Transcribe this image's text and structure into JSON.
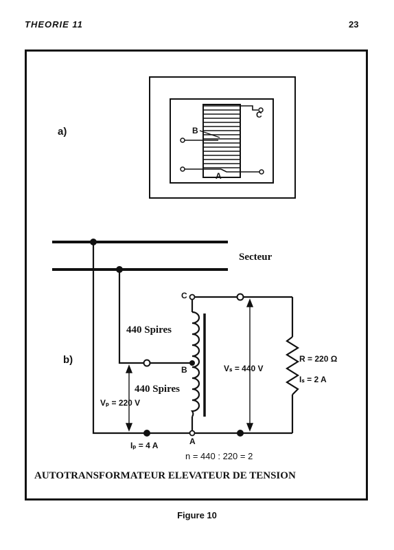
{
  "header": {
    "chapter": "THEORIE 11",
    "page_number": "23"
  },
  "diagram_a": {
    "label": "a)",
    "terminal_top": "C",
    "terminal_mid": "B",
    "terminal_bottom": "A"
  },
  "diagram_b": {
    "label": "b)",
    "mains_label": "Secteur",
    "node_c": "C",
    "node_b": "B",
    "node_a": "A",
    "upper_winding": "440 Spires",
    "lower_winding": "440 Spires",
    "vp": "Vₚ = 220 V",
    "vs": "Vₛ = 440 V",
    "ip": "Iₚ = 4 A",
    "resistor": "R = 220 Ω",
    "is": "Iₛ = 2 A",
    "ratio": "n = 440 : 220 = 2",
    "title": "AUTOTRANSFORMATEUR ELEVATEUR DE TENSION"
  },
  "figure_caption": "Figure 10"
}
